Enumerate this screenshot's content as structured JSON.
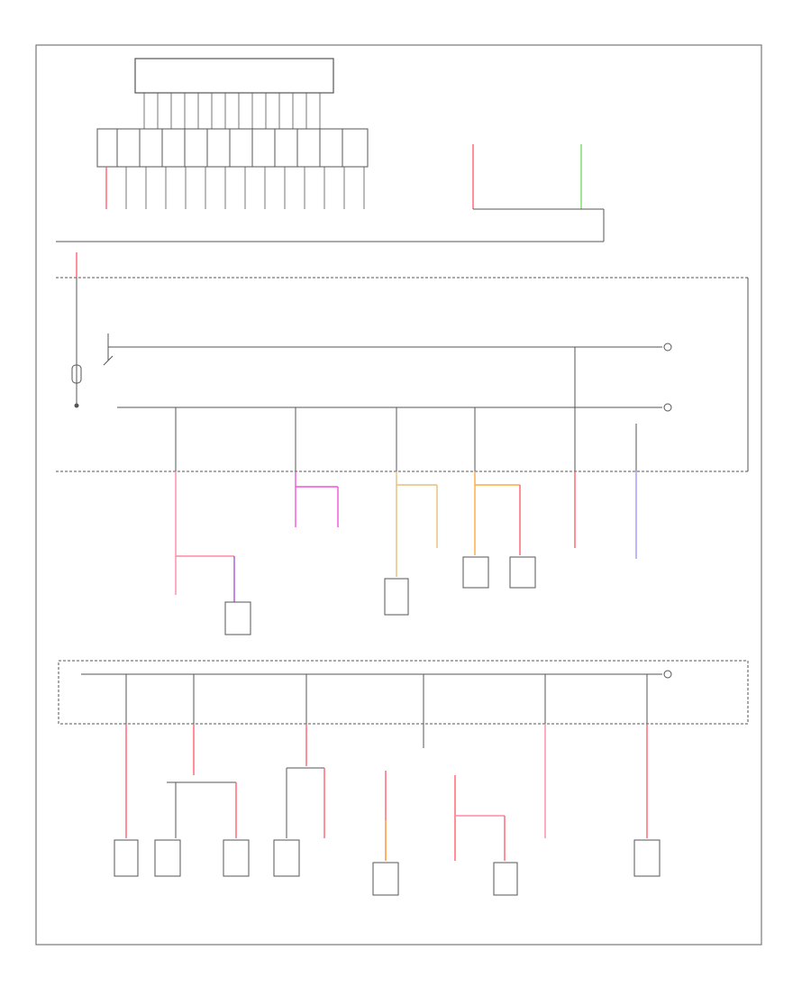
{
  "footer": {
    "code": ""
  },
  "colors": {
    "line": "#555555",
    "frame": "#777777",
    "red": "#ff5f6d",
    "pink": "#ff8aa0",
    "magenta": "#ee55dd",
    "purple": "#aa55dd",
    "tan": "#e4c07a",
    "orange": "#ffaa44",
    "green": "#77dd66",
    "blue": "#9999ff"
  },
  "icons": {
    "ground": "ground-symbol",
    "connector": "connector-symbol",
    "fuse": "fuse-symbol",
    "splice": "splice-dot"
  }
}
